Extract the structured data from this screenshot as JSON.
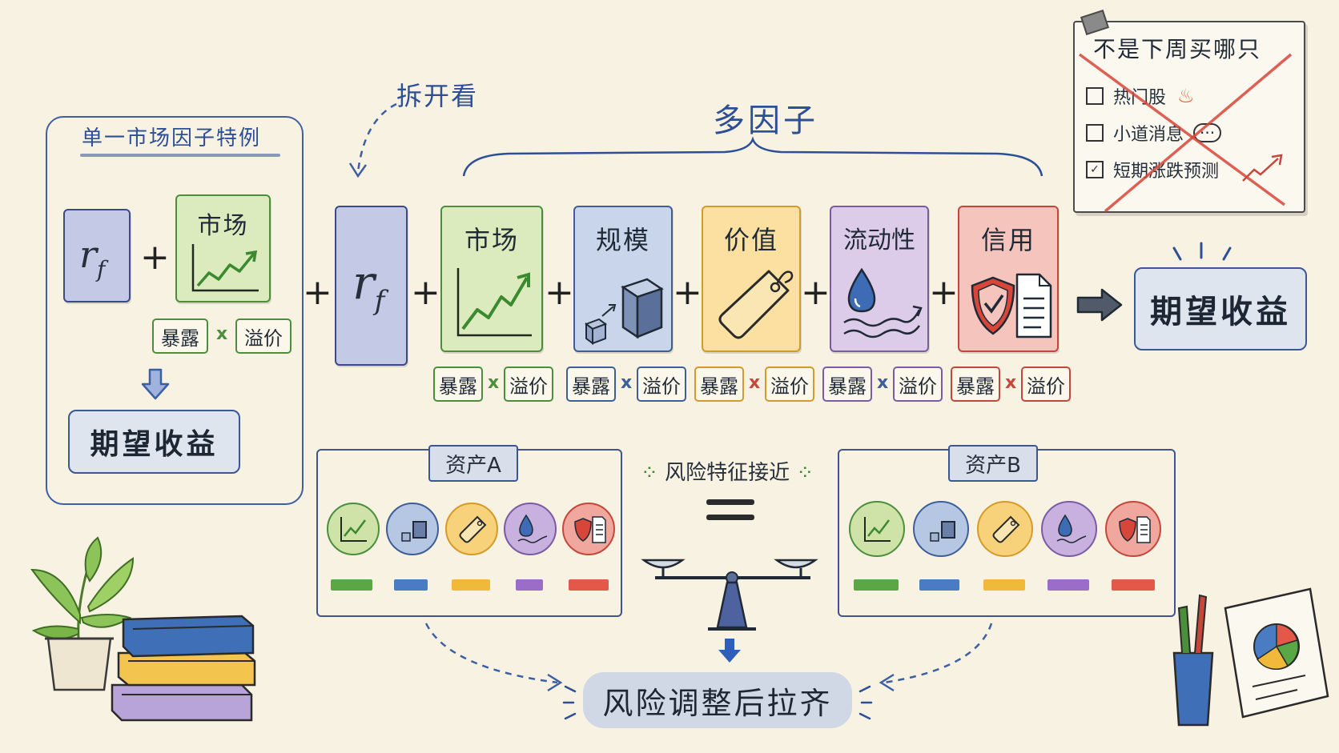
{
  "single_case": {
    "title": "单一市场因子特例",
    "rf_symbol": "r",
    "rf_sub": "f",
    "plus": "+",
    "market_label": "市场",
    "exposure": "暴露",
    "times": "x",
    "premium": "溢价",
    "result": "期望收益"
  },
  "expand_label": "拆开看",
  "multi_label": "多因子",
  "main_row": {
    "rf_symbol": "r",
    "rf_sub": "f",
    "plus": "+",
    "factors": [
      {
        "label": "市场",
        "color": "#4b8f3d"
      },
      {
        "label": "规模",
        "color": "#3e5e99"
      },
      {
        "label": "价值",
        "color": "#d49a2c"
      },
      {
        "label": "流动性",
        "color": "#7b5aa6"
      },
      {
        "label": "信用",
        "color": "#c5473b"
      }
    ],
    "exposure": "暴露",
    "times": "x",
    "premium": "溢价",
    "result": "期望收益"
  },
  "assets": {
    "a_label": "资产A",
    "b_label": "资产B",
    "similar_label": "风险特征接近",
    "equal_sign": "=",
    "aligned_label": "风险调整后拉齐"
  },
  "checklist": {
    "title": "不是下周买哪只",
    "items": [
      {
        "label": "热门股",
        "checked": false
      },
      {
        "label": "小道消息",
        "checked": false
      },
      {
        "label": "短期涨跌预测",
        "checked": true
      }
    ]
  }
}
